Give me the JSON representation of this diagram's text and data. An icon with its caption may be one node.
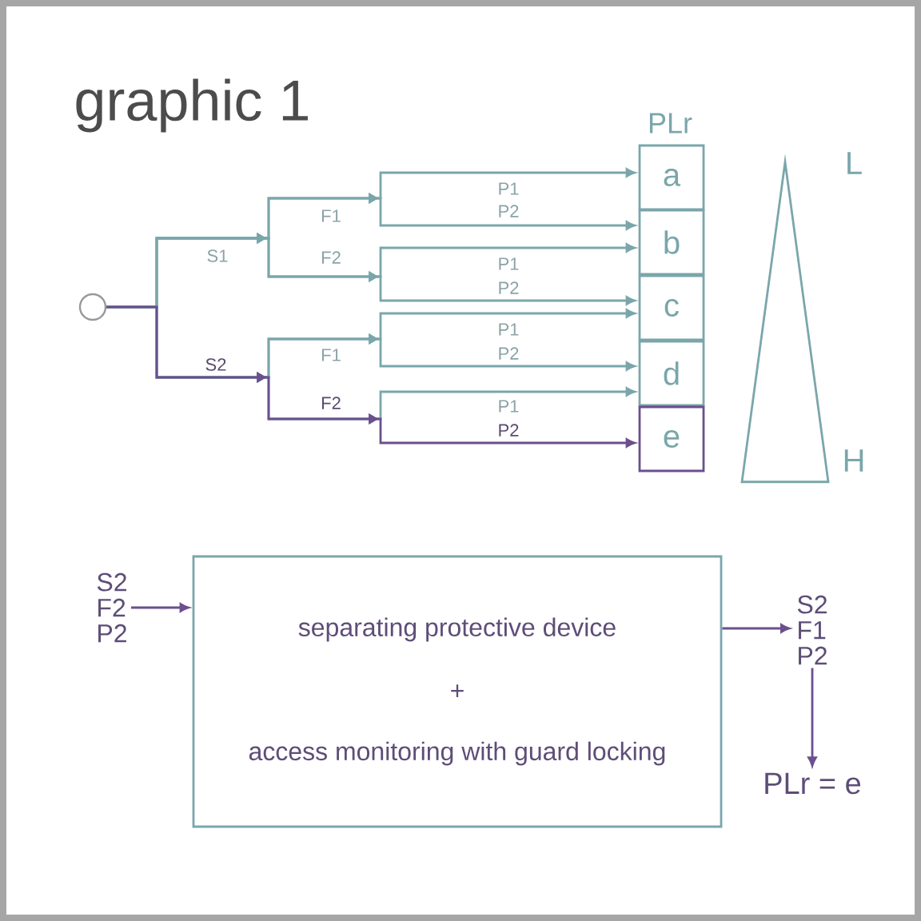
{
  "diagram": {
    "title": "graphic 1",
    "nodes": [
      {
        "text": [],
        "shape": "circle"
      },
      {
        "text": [
          "a"
        ]
      },
      {
        "text": [
          "b"
        ]
      },
      {
        "text": [
          "c"
        ]
      },
      {
        "text": [
          "d"
        ]
      },
      {
        "text": [
          "e"
        ]
      },
      {
        "text": [
          "S2",
          "F2",
          "P2"
        ]
      },
      {
        "text": [
          "separating protective device",
          "+",
          "access monitoring with guard locking"
        ]
      },
      {
        "text": [
          "S2",
          "F1",
          "P2"
        ]
      },
      {
        "text": [
          "PLr = e"
        ]
      },
      {
        "text": [],
        "shape": "triangle"
      }
    ],
    "edges": [
      {
        "from": 0,
        "to": 1,
        "arrow": "to"
      },
      {
        "from": 0,
        "to": 2,
        "arrow": "to"
      },
      {
        "from": 0,
        "to": 2,
        "arrow": "to"
      },
      {
        "from": 0,
        "to": 3,
        "arrow": "to"
      },
      {
        "from": 0,
        "to": 3,
        "arrow": "to"
      },
      {
        "from": 0,
        "to": 4,
        "arrow": "to"
      },
      {
        "from": 0,
        "to": 4,
        "arrow": "to"
      },
      {
        "from": 0,
        "to": 5,
        "arrow": "to",
        "color": "#6b4f8e"
      },
      {
        "from": 6,
        "to": 7,
        "arrow": "to",
        "color": "#6b4f8e"
      },
      {
        "from": 7,
        "to": 8,
        "arrow": "to",
        "color": "#6b4f8e"
      },
      {
        "from": 8,
        "to": 9,
        "arrow": "to",
        "color": "#6b4f8e"
      }
    ],
    "labels": [
      "PLr",
      "L",
      "S1",
      "F1",
      "P1",
      "P2",
      "F2",
      "P1",
      "P2",
      "S2",
      "F1",
      "P1",
      "P2",
      "F2",
      "P1",
      "P2",
      "H"
    ]
  }
}
